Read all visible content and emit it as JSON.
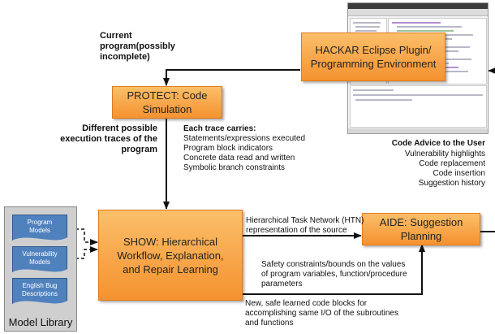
{
  "nodes": {
    "hackar": "HACKAR Eclipse Plugin/\nProgramming Environment",
    "protect": "PROTECT: Code\nSimulation",
    "show": "SHOW: Hierarchical\nWorkflow, Explanation,\nand Repair Learning",
    "aide": "AIDE: Suggestion\nPlanning"
  },
  "labels": {
    "current_program": "Current\nprogram(possibly\nincomplete)",
    "execution_traces": "Different possible\nexecution traces of the\nprogram",
    "trace_title": "Each trace carries:",
    "trace_items": "Statements/expressions executed\nProgram block indicators\nConcrete data read and written\nSymbolic branch constraints",
    "advice_title": "Code Advice to the User",
    "advice_items": "Vulnerability highlights\nCode replacement\nCode insertion\nSuggestion history",
    "htn": "Hierarchical Task Network (HTN)\nrepresentation of the source",
    "safety": "Safety constraints/bounds on the values\nof program variables, function/procedure\nparameters",
    "learned": "New, safe learned code blocks for\naccomplishing same I/O of the subroutines\nand functions"
  },
  "library": {
    "title": "Model Library",
    "items": [
      "Program\nModels",
      "Vulnerability\nModels",
      "English Bug\nDescriptions"
    ]
  },
  "colors": {
    "box_fill": "#f5922f",
    "model_fill": "#4f81bd",
    "library_fill": "#cfcfcf"
  }
}
